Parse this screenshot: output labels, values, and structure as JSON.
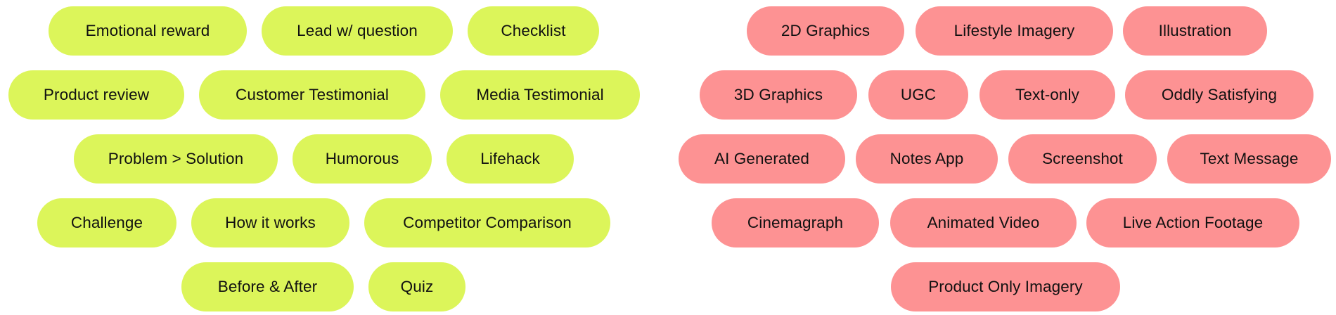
{
  "colors": {
    "hook_pill": "#dcf55a",
    "format_pill": "#fd9293",
    "text": "#111111",
    "background": "#ffffff"
  },
  "left_tags": [
    "Emotional reward",
    "Lead w/ question",
    "Checklist",
    "Product review",
    "Customer Testimonial",
    "Media Testimonial",
    "Problem > Solution",
    "Humorous",
    "Lifehack",
    "Challenge",
    "How it works",
    "Competitor Comparison",
    "Before & After",
    "Quiz"
  ],
  "right_tags": [
    "2D Graphics",
    "Lifestyle Imagery",
    "Illustration",
    "3D Graphics",
    "UGC",
    "Text-only",
    "Oddly Satisfying",
    "AI Generated",
    "Notes App",
    "Screenshot",
    "Text Message",
    "Cinemagraph",
    "Animated Video",
    "Live Action Footage",
    "Product Only Imagery"
  ]
}
